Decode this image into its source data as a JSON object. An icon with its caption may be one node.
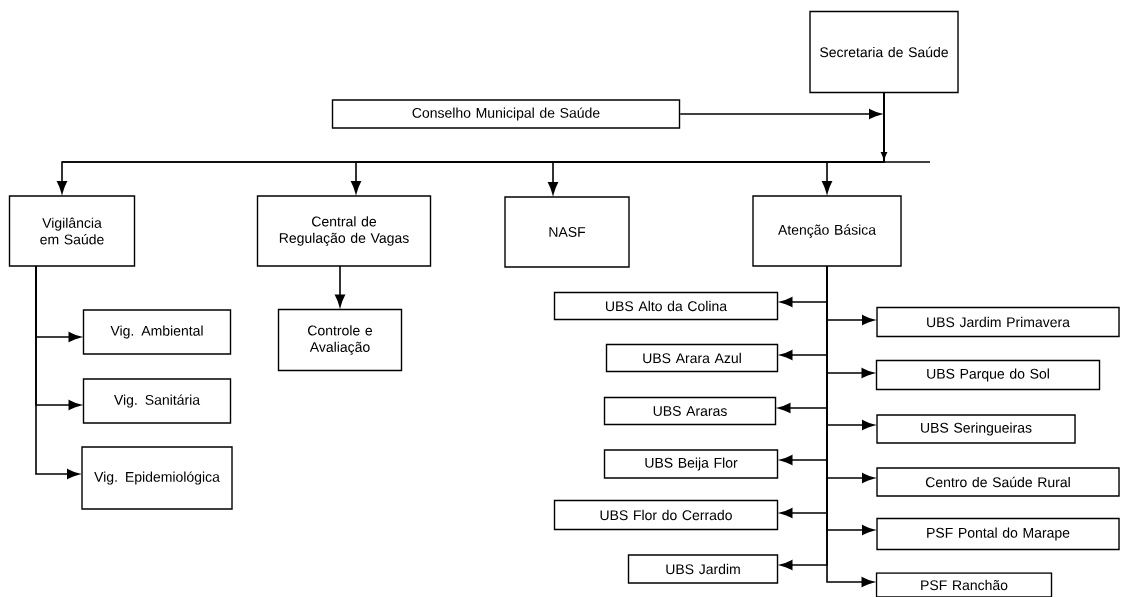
{
  "diagram": {
    "nodes": [
      {
        "text": [
          "Secretaria de Saúde"
        ]
      },
      {
        "text": [
          "Conselho Municipal de Saúde"
        ]
      },
      {
        "text": [
          "Vigilância em Saúde"
        ]
      },
      {
        "text": [
          "Central de Regulação de Vagas"
        ]
      },
      {
        "text": [
          "NASF"
        ]
      },
      {
        "text": [
          "Atenção Básica"
        ]
      },
      {
        "text": [
          "Vig. Ambiental"
        ]
      },
      {
        "text": [
          "Vig. Sanitária"
        ]
      },
      {
        "text": [
          "Vig. Epidemiológica"
        ]
      },
      {
        "text": [
          "Controle e Avaliação"
        ]
      },
      {
        "text": [
          "UBS Alto da Colina"
        ]
      },
      {
        "text": [
          "UBS Jardim Primavera"
        ]
      },
      {
        "text": [
          "UBS Arara Azul"
        ]
      },
      {
        "text": [
          "UBS Parque do Sol"
        ]
      },
      {
        "text": [
          "UBS Araras"
        ]
      },
      {
        "text": [
          "UBS Seringueiras"
        ]
      },
      {
        "text": [
          "UBS Beija Flor"
        ]
      },
      {
        "text": [
          "Centro de Saúde Rural"
        ]
      },
      {
        "text": [
          "UBS Flor do Cerrado"
        ]
      },
      {
        "text": [
          "PSF Pontal do Marape"
        ]
      },
      {
        "text": [
          "UBS Jardim"
        ]
      },
      {
        "text": [
          "PSF Ranchão"
        ]
      }
    ],
    "edges": [
      {
        "from": 1,
        "to": 0,
        "arrow": "to"
      },
      {
        "from": 0,
        "to": 2,
        "arrow": "to"
      },
      {
        "from": 0,
        "to": 3,
        "arrow": "to"
      },
      {
        "from": 0,
        "to": 4,
        "arrow": "to"
      },
      {
        "from": 0,
        "to": 5,
        "arrow": "to"
      },
      {
        "from": 2,
        "to": 6,
        "arrow": "to"
      },
      {
        "from": 2,
        "to": 7,
        "arrow": "to"
      },
      {
        "from": 2,
        "to": 8,
        "arrow": "to"
      },
      {
        "from": 3,
        "to": 9,
        "arrow": "to"
      },
      {
        "from": 5,
        "to": 10,
        "arrow": "to"
      },
      {
        "from": 5,
        "to": 11,
        "arrow": "to"
      },
      {
        "from": 5,
        "to": 12,
        "arrow": "to"
      },
      {
        "from": 5,
        "to": 13,
        "arrow": "to"
      },
      {
        "from": 5,
        "to": 14,
        "arrow": "to"
      },
      {
        "from": 5,
        "to": 15,
        "arrow": "to"
      },
      {
        "from": 5,
        "to": 16,
        "arrow": "to"
      },
      {
        "from": 5,
        "to": 17,
        "arrow": "to"
      },
      {
        "from": 5,
        "to": 18,
        "arrow": "to"
      },
      {
        "from": 5,
        "to": 19,
        "arrow": "to"
      },
      {
        "from": 5,
        "to": 20,
        "arrow": "to"
      },
      {
        "from": 5,
        "to": 21,
        "arrow": "to"
      }
    ]
  }
}
